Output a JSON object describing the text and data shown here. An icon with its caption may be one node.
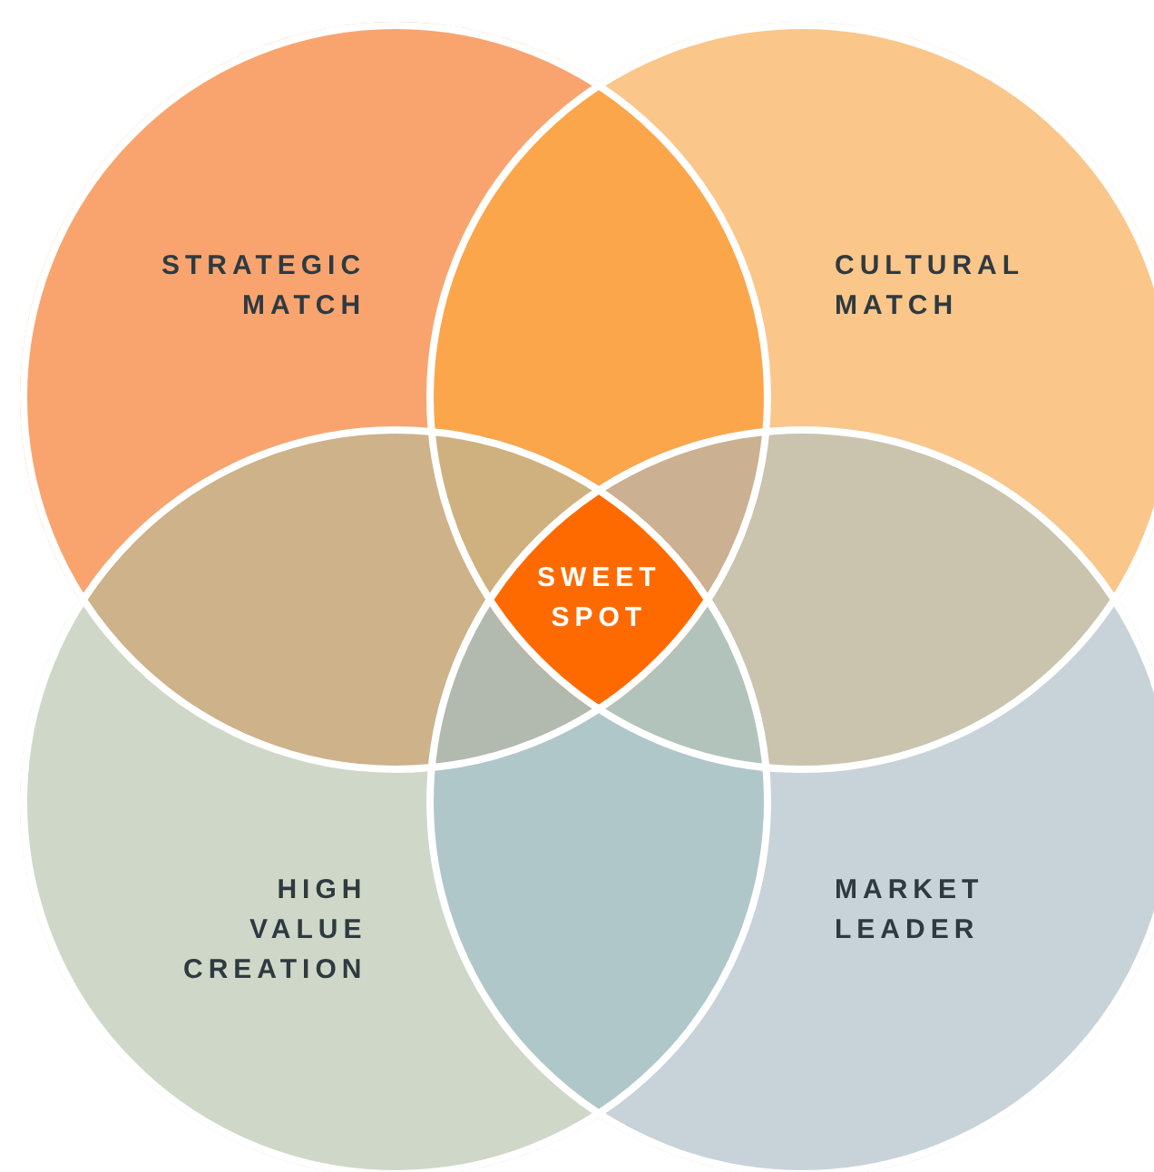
{
  "diagram": {
    "nodes": [
      {
        "text": [
          "STRATEGIC MATCH"
        ]
      },
      {
        "text": [
          "CULTURAL MATCH"
        ]
      },
      {
        "text": [
          "HIGH VALUE CREATION"
        ]
      },
      {
        "text": [
          "MARKET LEADER"
        ]
      },
      {
        "text": [
          "SWEET SPOT"
        ]
      }
    ],
    "edges": []
  }
}
